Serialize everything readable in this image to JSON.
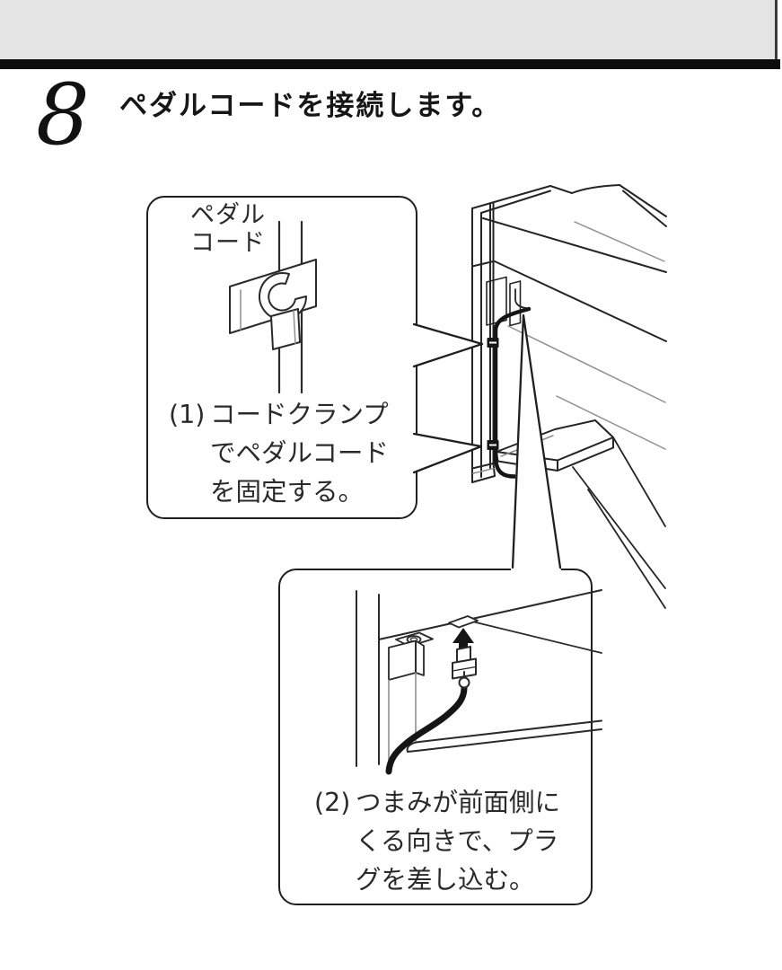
{
  "document": {
    "step_number": "8",
    "heading": "ペダルコードを接続します。"
  },
  "callout_1": {
    "cord_label": [
      "ペダル",
      "コード"
    ],
    "number": "(1)",
    "lines": [
      "コードクランプ",
      "でペダルコード",
      "を固定する。"
    ]
  },
  "callout_2": {
    "number": "(2)",
    "lines": [
      "つまみが前面側に",
      "くる向きで、プラ",
      "グを差し込む。"
    ]
  },
  "illustrations": {
    "main": "piano-rear-view-with-pedal-cord",
    "callout_1": "cord-clamp-holding-pedal-cord",
    "callout_2": "pedal-plug-inserted-upward",
    "arrow_icon": "up-arrow-icon"
  },
  "colors": {
    "background": "#ffffff",
    "line_dark": "#252525",
    "line_light": "#8f8f8f",
    "header_gray": "#e4e4e4",
    "divider_black": "#0d0d0d"
  }
}
